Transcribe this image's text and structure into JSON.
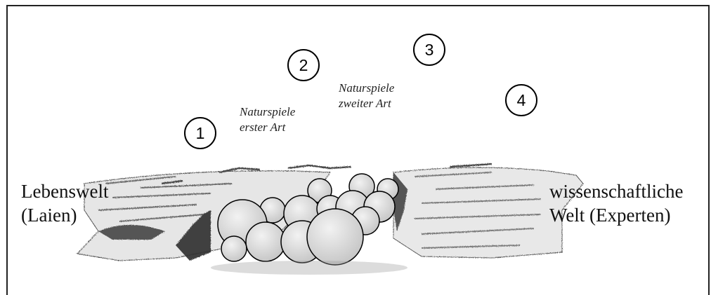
{
  "labels": {
    "left_line1": "Lebenswelt",
    "left_line2": "(Laien)",
    "right_line1": "wissenschaftliche",
    "right_line2": "Welt (Experten)",
    "type1_line1": "Naturspiele",
    "type1_line2": "erster Art",
    "type2_line1": "Naturspiele",
    "type2_line2": "zweiter Art"
  },
  "markers": [
    "1",
    "2",
    "3",
    "4"
  ],
  "colors": {
    "ink": "#111111",
    "sketch_dark": "#3a3a3a",
    "sketch_mid": "#8a8a8a",
    "bubble_fill": "#d9d9d9",
    "bubble_stroke": "#000000"
  }
}
